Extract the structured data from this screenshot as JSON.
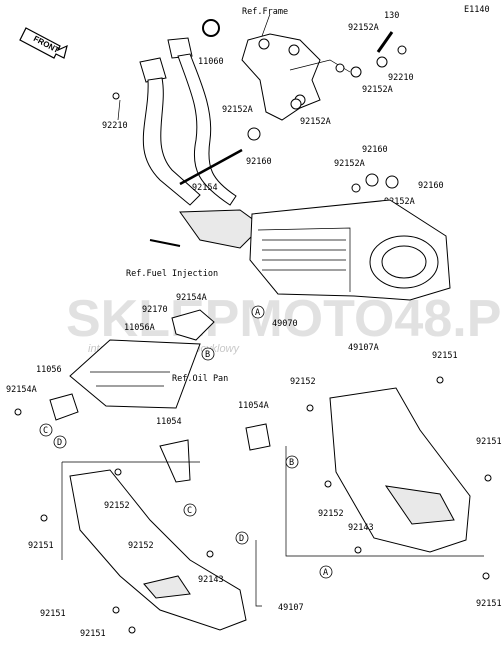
{
  "diagram_code": "E1140",
  "front_label": "FRONT",
  "watermark": {
    "brand": "SKLEPMOTO48.PL",
    "tagline": "internetowy sklep motocyklowy"
  },
  "refs": {
    "frame": "Ref.Frame",
    "fuel_injection": "Ref.Fuel Injection",
    "oil_pan": "Ref.Oil Pan"
  },
  "labels": {
    "p130": "130",
    "p92152a_top": "92152A",
    "p11060": "11060",
    "p92210_right": "92210",
    "p92152a_r2": "92152A",
    "p92210_left": "92210",
    "p92152a_mid": "92152A",
    "p92152a_mid2": "92152A",
    "p92160_a": "92160",
    "p92160_b": "92160",
    "p92152a_c": "92152A",
    "p92160_c": "92160",
    "p92152a_d": "92152A",
    "p92154": "92154",
    "p92154a": "92154A",
    "p92170": "92170",
    "p11056a": "11056A",
    "p49070": "49070",
    "p49107a": "49107A",
    "p11056": "11056",
    "p92154a_l": "92154A",
    "p92151_r1": "92151",
    "p92152_r": "92152",
    "p11054a": "11054A",
    "p11054": "11054",
    "p92151_r2": "92151",
    "p92152_r2": "92152",
    "p92143_r": "92143",
    "p92152_l": "92152",
    "p92151_l1": "92151",
    "p92152_l2": "92152",
    "p92143_l": "92143",
    "p92151_l2": "92151",
    "p92151_l3": "92151",
    "p49107": "49107",
    "p92151_r3": "92151"
  },
  "callouts": {
    "a": "A",
    "b": "B",
    "c": "C",
    "d": "D"
  }
}
